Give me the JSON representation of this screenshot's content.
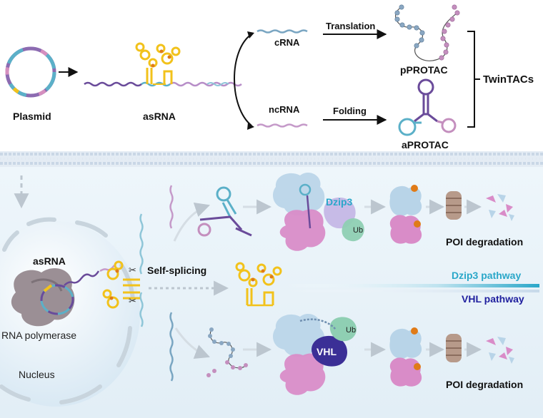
{
  "top": {
    "plasmid": "Plasmid",
    "asrna": "asRNA",
    "crna": "cRNA",
    "ncrna": "ncRNA",
    "translation": "Translation",
    "folding": "Folding",
    "pprotac": "pPROTAC",
    "aprotac": "aPROTAC",
    "twintacs": "TwinTACs"
  },
  "bottom": {
    "asrna": "asRNA",
    "rna_polymerase": "RNA polymerase",
    "nucleus": "Nucleus",
    "self_splicing": "Self-splicing",
    "dzip3": "Dzip3",
    "vhl": "VHL",
    "ub_top": "Ub",
    "ub_bottom": "Ub",
    "poi_degradation_top": "POI degradation",
    "poi_degradation_bottom": "POI degradation",
    "dzip3_pathway": "Dzip3 pathway",
    "vhl_pathway": "VHL pathway"
  },
  "colors": {
    "dzip3": "#2aa7c9",
    "vhl": "#1f1f9e",
    "ribozyme": "#f2c21b",
    "membrane": "#c9d7e6",
    "cell_bg": "#e9f3f9",
    "protein_blue": "#b8d4e8",
    "protein_pink": "#d98cc8"
  }
}
